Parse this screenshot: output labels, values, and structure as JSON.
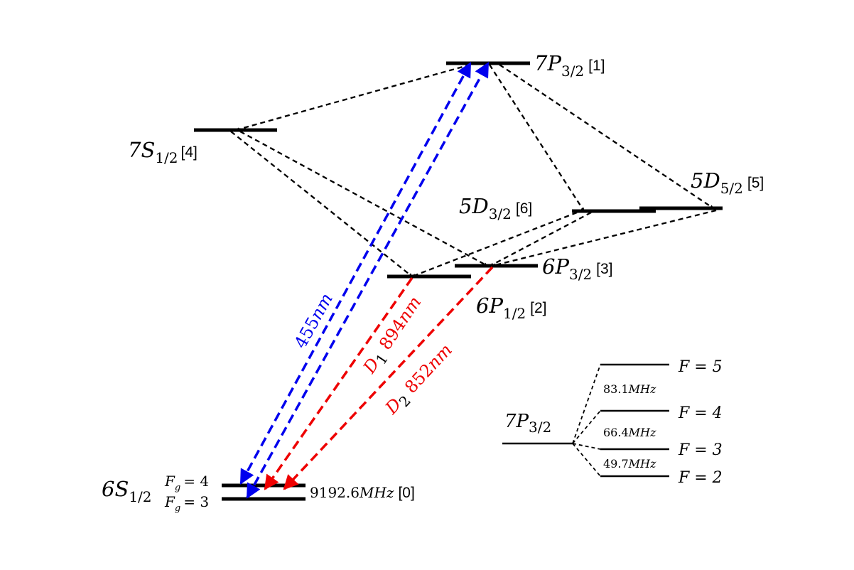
{
  "levels": {
    "p7_32": {
      "main": "7P",
      "sub": "3/2",
      "tag": "[1]"
    },
    "s7_12": {
      "main": "7S",
      "sub": "1/2",
      "tag": "[4]"
    },
    "d5_52": {
      "main": "5D",
      "sub": "5/2",
      "tag": "[5]"
    },
    "d5_32": {
      "main": "5D",
      "sub": "3/2",
      "tag": "[6]"
    },
    "p6_32": {
      "main": "6P",
      "sub": "3/2",
      "tag": "[3]"
    },
    "p6_12": {
      "main": "6P",
      "sub": "1/2",
      "tag": "[2]"
    },
    "s6_12": {
      "main": "6S",
      "sub": "1/2"
    }
  },
  "ground": {
    "fg4": {
      "sym": "F",
      "sub": "g",
      "eq": "= 4"
    },
    "fg3": {
      "sym": "F",
      "sub": "g",
      "eq": "= 3"
    },
    "split_num": "9192.6",
    "split_unit": "MHz",
    "tag": "[0]"
  },
  "transitions": {
    "blue": {
      "num": "455",
      "unit": "nm"
    },
    "d1": {
      "sym": "D",
      "sub": "1",
      "num": "894",
      "unit": "nm"
    },
    "d2": {
      "sym": "D",
      "sub": "2",
      "num": "852",
      "unit": "nm"
    }
  },
  "inset": {
    "level": {
      "main": "7P",
      "sub": "3/2"
    },
    "f5": "F = 5",
    "f4": "F = 4",
    "f3": "F = 3",
    "f2": "F = 2",
    "s1": {
      "num": "83.1",
      "unit": "MHz"
    },
    "s2": {
      "num": "66.4",
      "unit": "MHz"
    },
    "s3": {
      "num": "49.7",
      "unit": "MHz"
    }
  },
  "colors": {
    "blue": "#0000ee",
    "red": "#ee0000",
    "black": "#000000"
  }
}
